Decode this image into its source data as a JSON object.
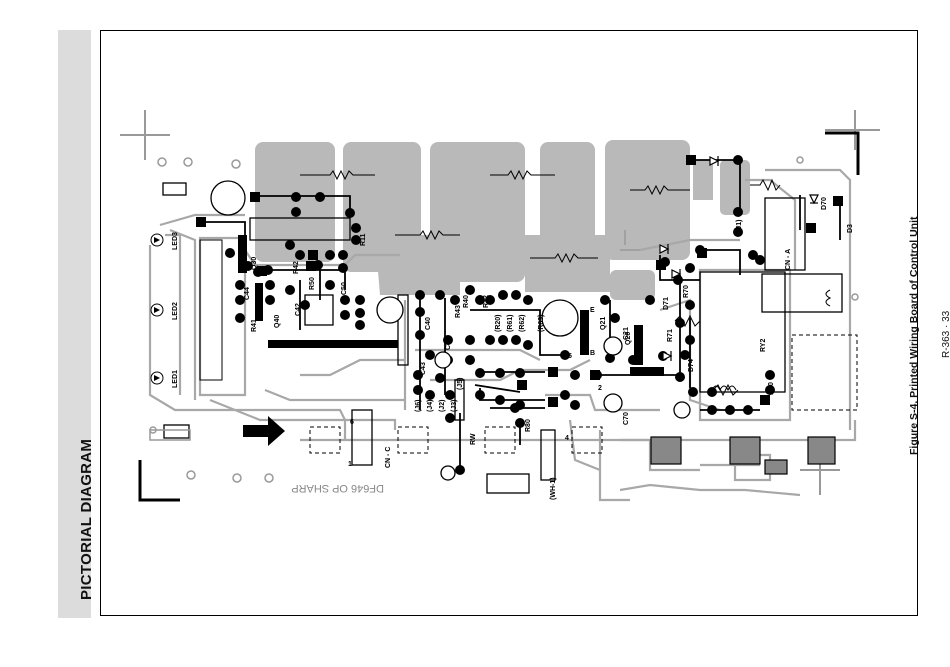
{
  "section_title": "PICTORIAL DIAGRAM",
  "figure_caption": "Figure S-4. Printed Wiring Board of Control Unit",
  "page_number": "R-363 · 33",
  "board": {
    "led_labels": [
      "LED3",
      "LED2",
      "LED1"
    ],
    "component_labels": {
      "q30": "Q30",
      "r11": "R11",
      "r42": "R42",
      "r50": "R50",
      "c44": "C44",
      "r41": "R41",
      "q40": "Q40",
      "c42": "C42",
      "c50": "C50",
      "r40": "R40",
      "c40": "C40",
      "c41": "C41",
      "c43": "C43",
      "r43": "R43",
      "r72": "R72",
      "r20": "(R20)",
      "r61": "(R61)",
      "r62": "(R62)",
      "r63": "(R63)",
      "q21": "Q21",
      "c21": "C21",
      "q20": "Q20",
      "c70": "C70",
      "r80": "R80",
      "rw": "RW",
      "j5": "(J5)",
      "j6": "(J6)",
      "j4": "(J4)",
      "j2": "(J2)",
      "j3": "(J3)",
      "j1": "(J1)",
      "d71": "D71",
      "r70": "R70",
      "r71": "R71",
      "d74": "D74",
      "d20": "D20",
      "ry2": "RY2",
      "cna": "CN - A",
      "d70": "D70",
      "d3": "D3",
      "cnc": "CN - C",
      "wh1": "(WH-1)",
      "e": "E",
      "b": "B",
      "num_6": "6",
      "num_1": "1",
      "num_4": "4",
      "num_5": "5",
      "num_2": "2"
    },
    "silkscreen_text": "DF646 OP SHARP"
  }
}
